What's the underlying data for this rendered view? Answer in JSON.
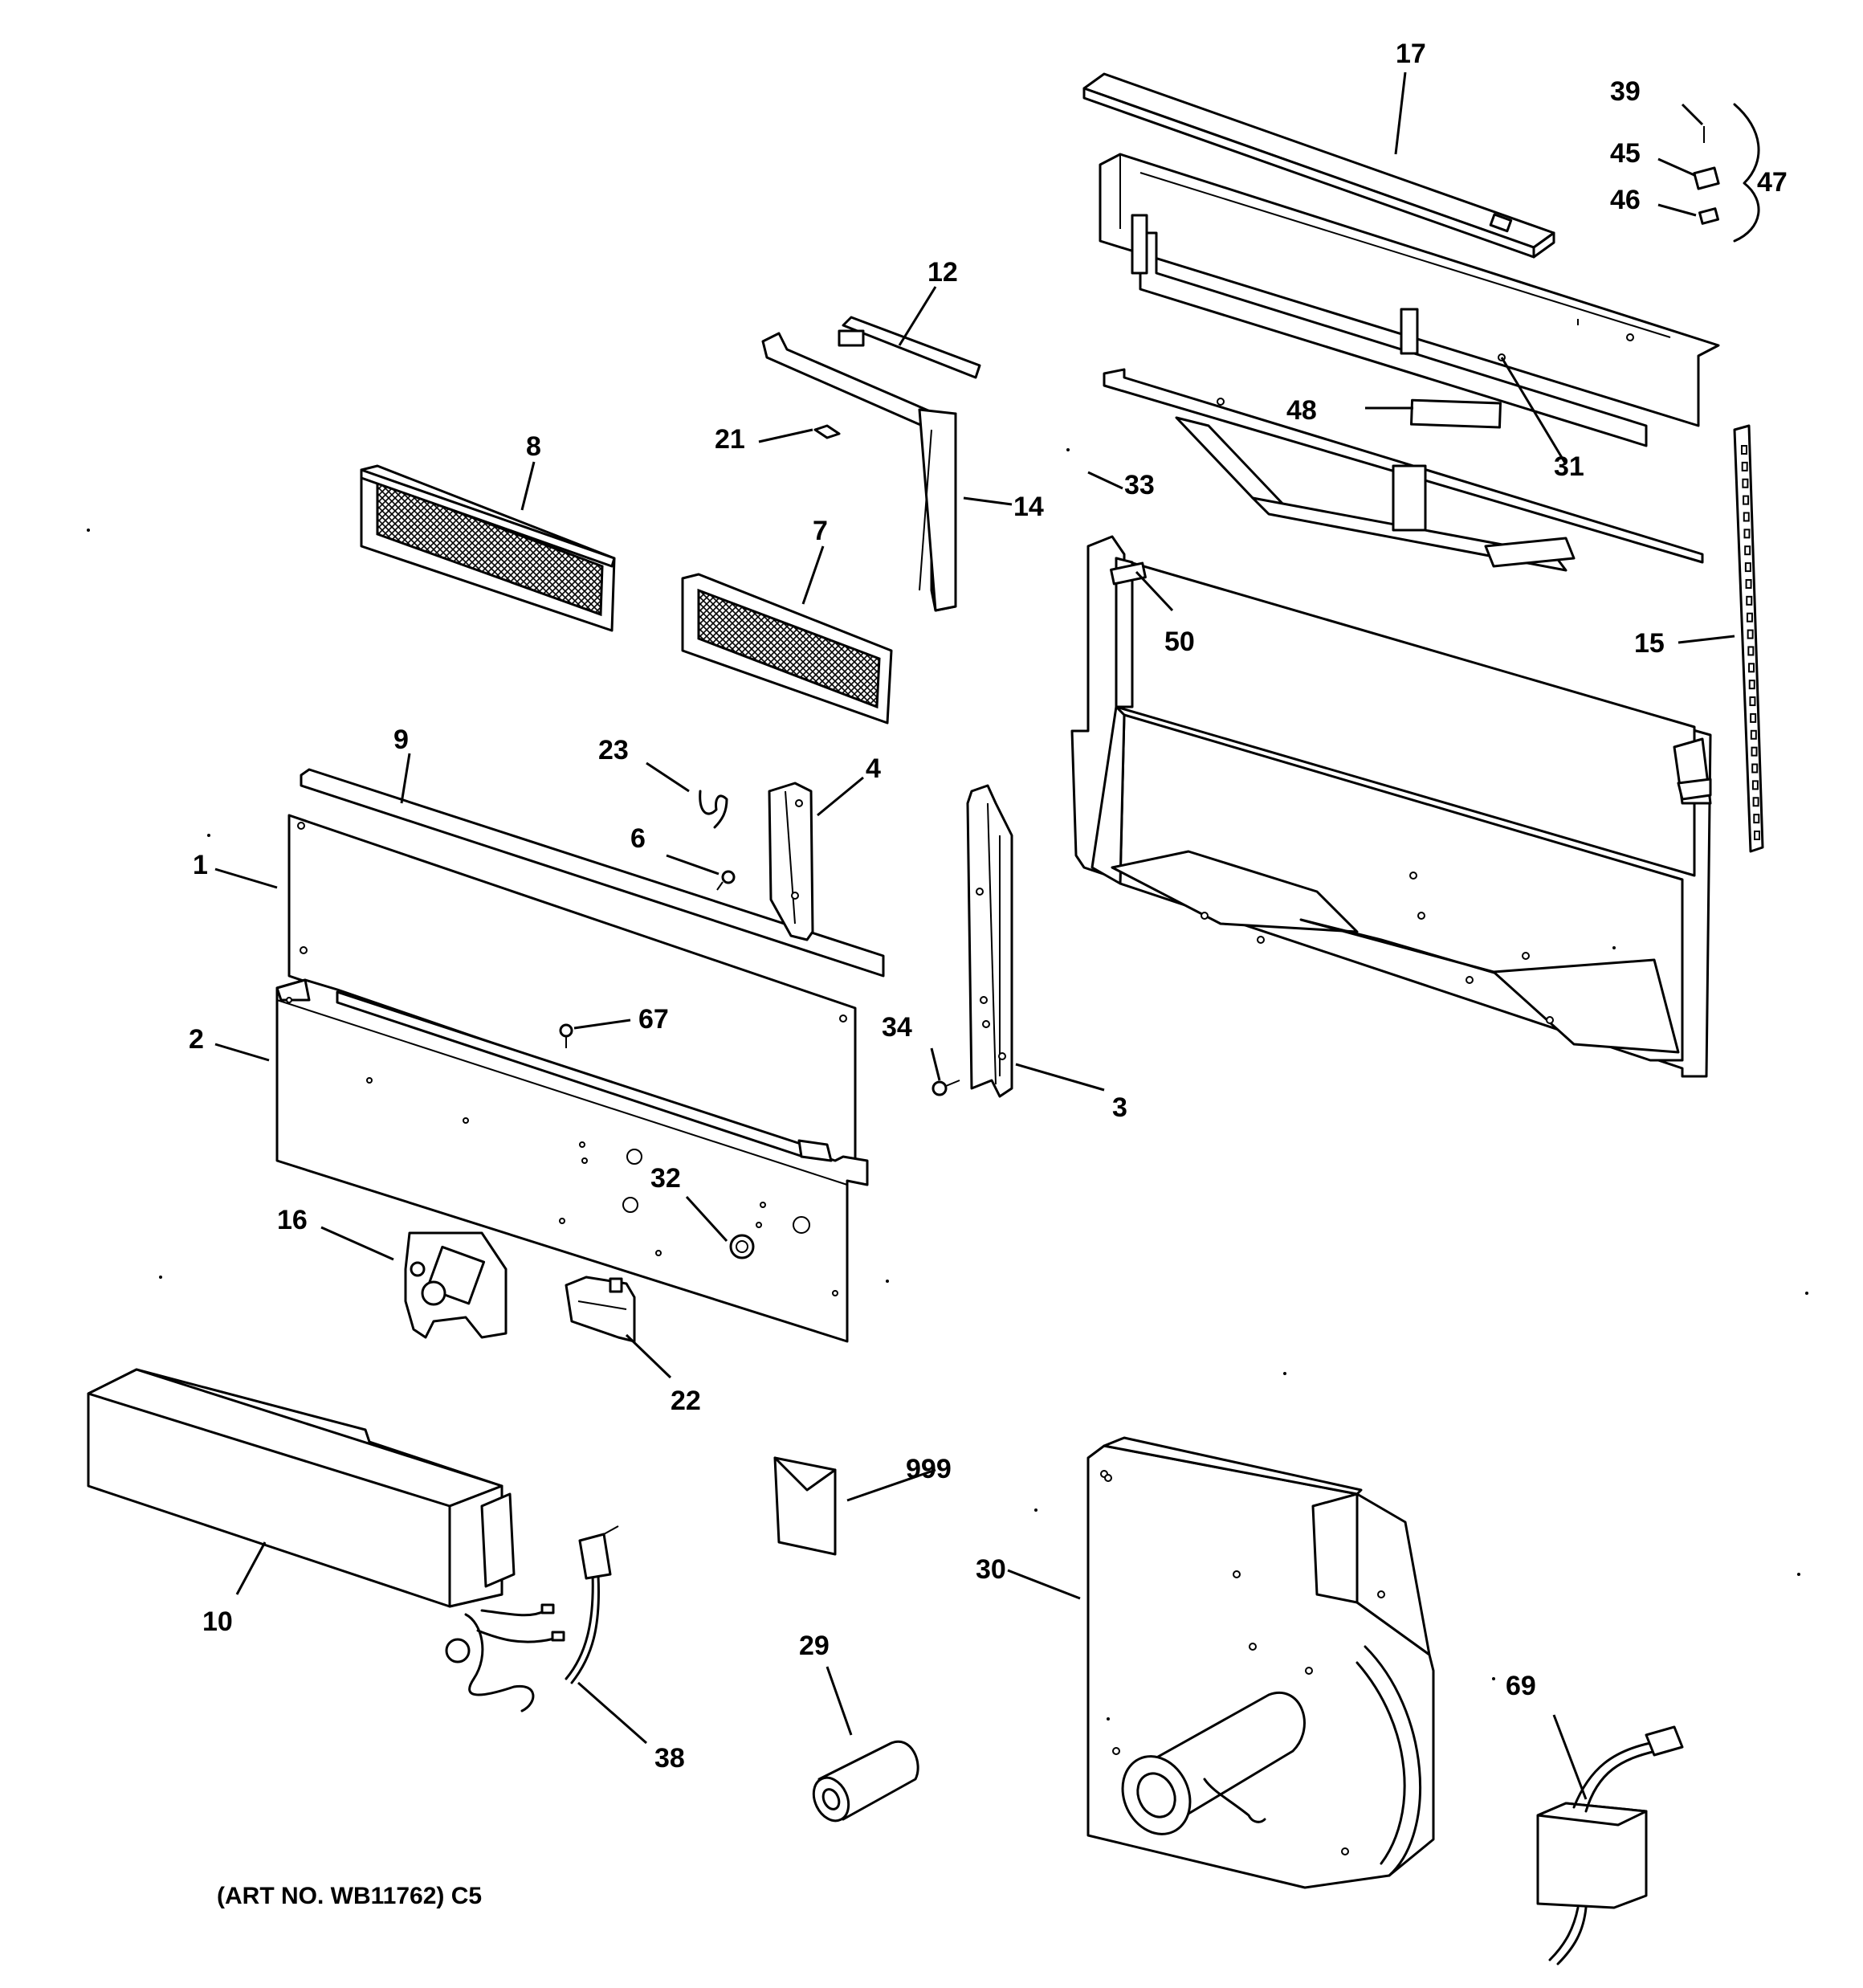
{
  "art_number": "(ART NO. WB11762) C5",
  "labels": {
    "p1": "1",
    "p2": "2",
    "p3": "3",
    "p4": "4",
    "p6": "6",
    "p7": "7",
    "p8": "8",
    "p9": "9",
    "p10": "10",
    "p12": "12",
    "p14": "14",
    "p15": "15",
    "p16": "16",
    "p17": "17",
    "p21": "21",
    "p22": "22",
    "p23": "23",
    "p29": "29",
    "p30": "30",
    "p31": "31",
    "p32": "32",
    "p33": "33",
    "p34": "34",
    "p38": "38",
    "p39": "39",
    "p45": "45",
    "p46": "46",
    "p47": "47",
    "p48": "48",
    "p50": "50",
    "p67": "67",
    "p69": "69",
    "p999": "999"
  }
}
